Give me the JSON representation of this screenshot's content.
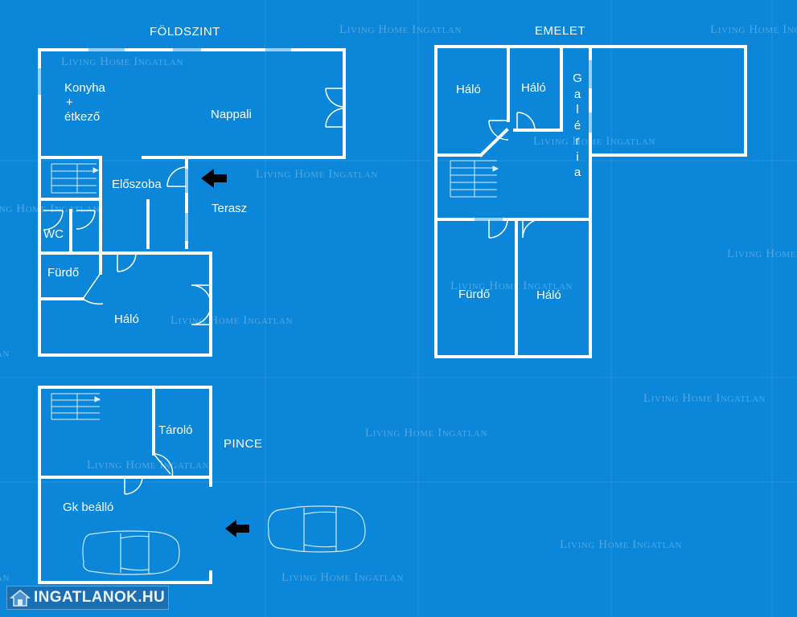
{
  "levels": {
    "ground": "FÖLDSZINT",
    "upper": "EMELET",
    "basement": "PINCE"
  },
  "rooms": {
    "kitchen_line1": "Konyha",
    "kitchen_line2": "+",
    "kitchen_line3": "étkező",
    "living_room": "Nappali",
    "hall": "Előszoba",
    "terrace": "Terasz",
    "wc": "WC",
    "bathroom_ground": "Fürdő",
    "bedroom_ground": "Háló",
    "bedroom_upper_1": "Háló",
    "bedroom_upper_2": "Háló",
    "gallery_letters": [
      "G",
      "a",
      "l",
      "é",
      "r",
      "i",
      "a"
    ],
    "bathroom_upper": "Fürdő",
    "bedroom_upper_3": "Háló",
    "storage": "Tároló",
    "garage": "Gk beálló"
  },
  "watermark": "Living Home Ingatlan",
  "logo": {
    "text": "INGATLANOK.HU",
    "icon": "house-icon"
  },
  "colors": {
    "background": "#0b86d9",
    "walls": "#ffffff",
    "arrow": "#000000"
  }
}
